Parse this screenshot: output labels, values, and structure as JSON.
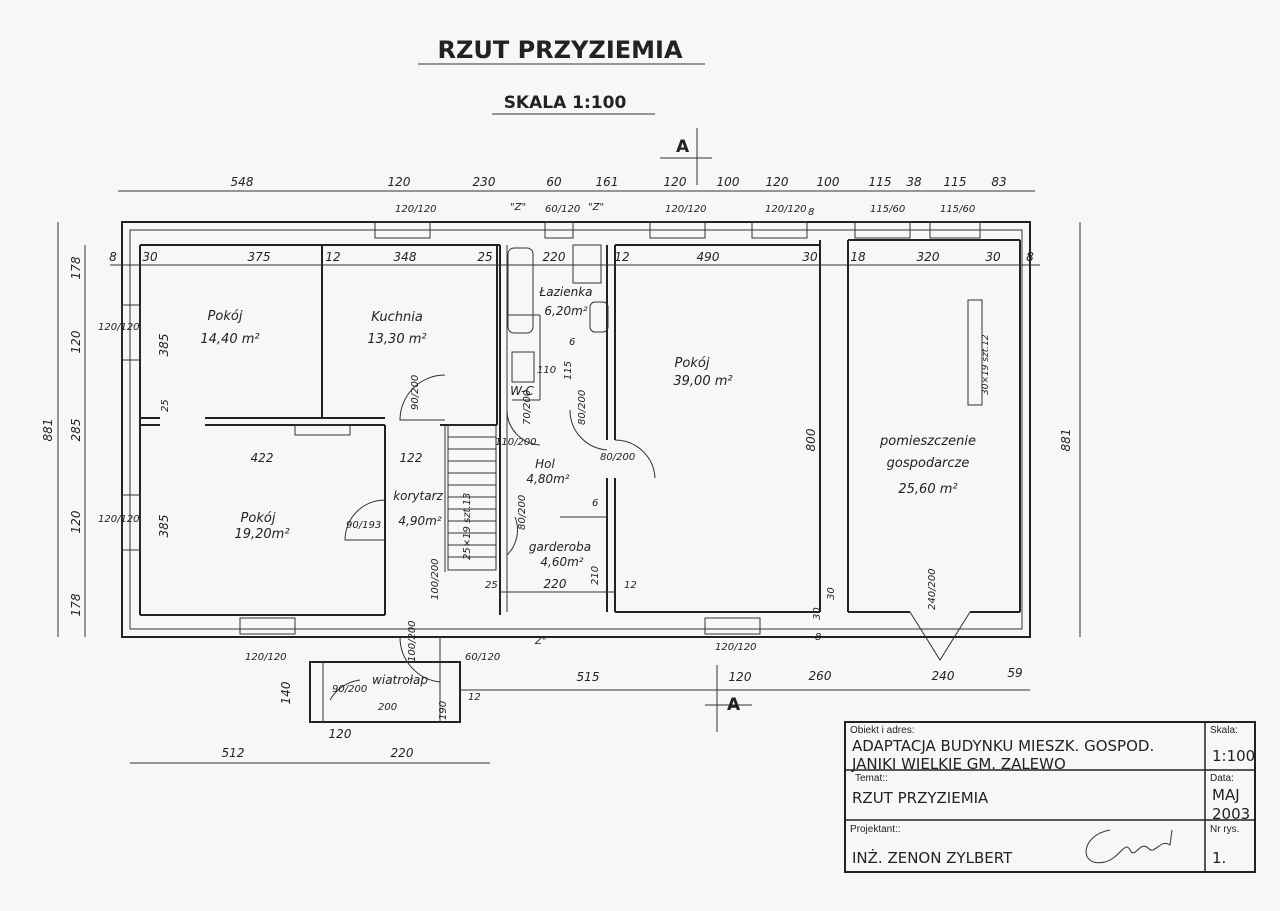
{
  "header": {
    "title": "RZUT PRZYZIEMIA",
    "scale": "SKALA 1:100"
  },
  "section_marker": "A",
  "rooms": [
    {
      "name": "Pokój",
      "area": "14,40 m²"
    },
    {
      "name": "Kuchnia",
      "area": "13,30 m²"
    },
    {
      "name": "Łazienka",
      "area": "6,20m²"
    },
    {
      "name": "W-C"
    },
    {
      "name": "Hol",
      "area": "4,80m²"
    },
    {
      "name": "garderoba",
      "area": "4,60m²"
    },
    {
      "name": "Pokój",
      "area": "39,00 m²"
    },
    {
      "name": "pomieszczenie",
      "name2": "gospodarcze",
      "area": "25,60 m²"
    },
    {
      "name": "korytarz",
      "area": "4,90m²"
    },
    {
      "name": "Pokój",
      "area": "19,20m²"
    },
    {
      "name": "wiatrołap"
    }
  ],
  "dims_top": [
    "548",
    "120",
    "230",
    "60",
    "161",
    "120",
    "100",
    "120",
    "100",
    "115",
    "38",
    "115",
    "83"
  ],
  "dims_inner": [
    "8",
    "30",
    "375",
    "12",
    "348",
    "25",
    "220",
    "12",
    "490",
    "30",
    "18",
    "320",
    "30",
    "8"
  ],
  "dims_left": [
    "178",
    "120",
    "285",
    "120",
    "178",
    "881"
  ],
  "dims_right": [
    "881"
  ],
  "dims_bottom": [
    "512",
    "120",
    "220",
    "515",
    "120",
    "260",
    "240",
    "59",
    "140"
  ],
  "dims_misc": [
    "120/120",
    "60/120",
    "120/120",
    "120/120",
    "115/60",
    "115/60",
    "385",
    "385",
    "25",
    "422",
    "122",
    "90/200",
    "110/200",
    "70/200",
    "80/200",
    "80/200",
    "80/200",
    "90/193",
    "100/200",
    "100/200",
    "110",
    "115",
    "6",
    "6",
    "210",
    "220",
    "25",
    "12",
    "800",
    "240/200",
    "30",
    "8",
    "120/120",
    "120/120",
    "120/120",
    "120/120",
    "90/200",
    "200",
    "190",
    "12",
    "60/120",
    "\"Z\"",
    "\"Z\"",
    "Z\"",
    "25×19 szt.13",
    "30×19 szt.12",
    "8",
    "30"
  ],
  "title_block": {
    "object_label": "Obiekt i adres:",
    "object_line1": "ADAPTACJA BUDYNKU MIESZK. GOSPOD.",
    "object_line2": "JANIKI WIELKIE GM. ZALEWO",
    "scale_label": "Skala:",
    "scale_value": "1:100",
    "topic_label": "Temat::",
    "topic_value": "RZUT PRZYZIEMIA",
    "date_label": "Data:",
    "date_month": "MAJ",
    "date_year": "2003",
    "designer_label": "Projektant::",
    "designer_value": "INŻ. ZENON ZYLBERT",
    "sheet_label": "Nr rys.",
    "sheet_value": "1."
  }
}
